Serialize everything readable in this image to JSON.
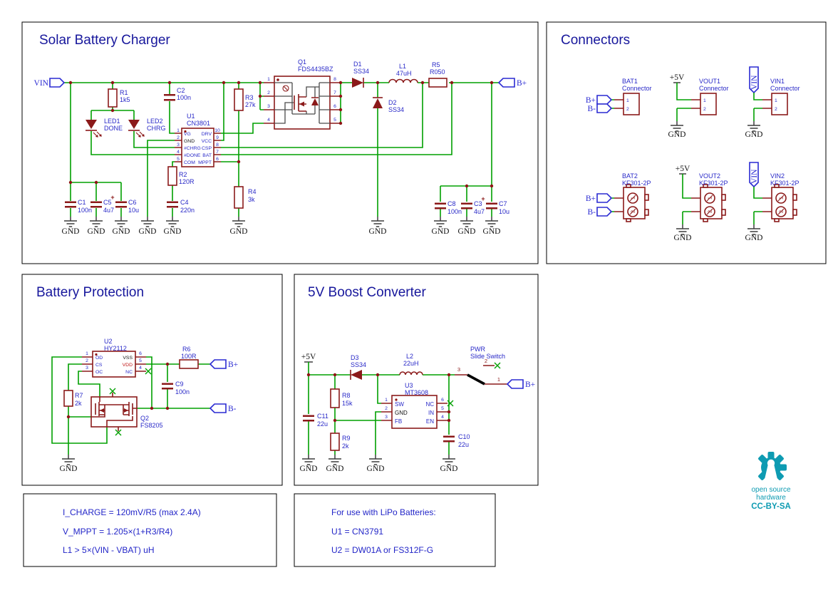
{
  "net": {
    "vin": "VIN",
    "bplus": "B+",
    "bminus": "B-",
    "p5v": "+5V",
    "gnd": "GND",
    "plus": "+"
  },
  "nums": [
    "1",
    "2",
    "3",
    "4",
    "5",
    "6",
    "7",
    "8",
    "9",
    "10"
  ],
  "solar": {
    "title": "Solar Battery Charger",
    "r1": {
      "ref": "R1",
      "val": "1k5"
    },
    "r2": {
      "ref": "R2",
      "val": "120R"
    },
    "r3": {
      "ref": "R3",
      "val": "27k"
    },
    "r4": {
      "ref": "R4",
      "val": "3k"
    },
    "r5": {
      "ref": "R5",
      "val": "R050"
    },
    "c1": {
      "ref": "C1",
      "val": "100n"
    },
    "c2": {
      "ref": "C2",
      "val": "100n"
    },
    "c3": {
      "ref": "C3",
      "val": "4u7"
    },
    "c4": {
      "ref": "C4",
      "val": "220n"
    },
    "c5": {
      "ref": "C5",
      "val": "4u7"
    },
    "c6": {
      "ref": "C6",
      "val": "10u"
    },
    "c7": {
      "ref": "C7",
      "val": "10u"
    },
    "c8": {
      "ref": "C8",
      "val": "100n"
    },
    "led1": {
      "ref": "LED1",
      "val": "DONE"
    },
    "led2": {
      "ref": "LED2",
      "val": "CHRG"
    },
    "d1": {
      "ref": "D1",
      "val": "SS34"
    },
    "d2": {
      "ref": "D2",
      "val": "SS34"
    },
    "l1": {
      "ref": "L1",
      "val": "47uH"
    },
    "q1": {
      "ref": "Q1",
      "val": "FDS4435BZ"
    },
    "u1": {
      "ref": "U1",
      "val": "CN3801",
      "left": [
        "VG",
        "GND",
        "#CHRG",
        "#DONE",
        "COM"
      ],
      "right": [
        "DRV",
        "VCC",
        "CSP",
        "BAT",
        "MPPT"
      ]
    }
  },
  "connectors": {
    "title": "Connectors",
    "bat1": {
      "ref": "BAT1",
      "val": "Connector"
    },
    "vout1": {
      "ref": "VOUT1",
      "val": "Connector"
    },
    "vin1": {
      "ref": "VIN1",
      "val": "Connector"
    },
    "bat2": {
      "ref": "BAT2",
      "val": "KF301-2P"
    },
    "vout2": {
      "ref": "VOUT2",
      "val": "KF301-2P"
    },
    "vin2": {
      "ref": "VIN2",
      "val": "KF301-2P"
    }
  },
  "protection": {
    "title": "Battery Protection",
    "u2": {
      "ref": "U2",
      "val": "HY2112",
      "left": [
        "OD",
        "CS",
        "OC"
      ],
      "right": [
        "VSS",
        "VDD",
        "NC"
      ]
    },
    "q2": {
      "ref": "Q2",
      "val": "FS8205"
    },
    "r6": {
      "ref": "R6",
      "val": "100R"
    },
    "r7": {
      "ref": "R7",
      "val": "2k"
    },
    "c9": {
      "ref": "C9",
      "val": "100n"
    }
  },
  "boost": {
    "title": "5V Boost Converter",
    "d3": {
      "ref": "D3",
      "val": "SS34"
    },
    "l2": {
      "ref": "L2",
      "val": "22uH"
    },
    "u3": {
      "ref": "U3",
      "val": "MT3608",
      "left": [
        "SW",
        "GND",
        "FB"
      ],
      "right": [
        "NC",
        "IN",
        "EN"
      ]
    },
    "r8": {
      "ref": "R8",
      "val": "15k"
    },
    "r9": {
      "ref": "R9",
      "val": "2k"
    },
    "c10": {
      "ref": "C10",
      "val": "22u"
    },
    "c11": {
      "ref": "C11",
      "val": "22u"
    },
    "sw": {
      "ref": "PWR",
      "val": "Slide Switch"
    }
  },
  "notes1": {
    "lines": [
      "I_CHARGE = 120mV/R5 (max 2.4A)",
      "V_MPPT = 1.205×(1+R3/R4)",
      "L1 > 5×(VIN - VBAT) uH"
    ]
  },
  "notes2": {
    "lines": [
      "For use with LiPo Batteries:",
      "U1 = CN3791",
      "U2 = DW01A or FS312F-G"
    ]
  },
  "logo": {
    "line1": "open source",
    "line2": "hardware",
    "line3": "CC-BY-SA"
  }
}
